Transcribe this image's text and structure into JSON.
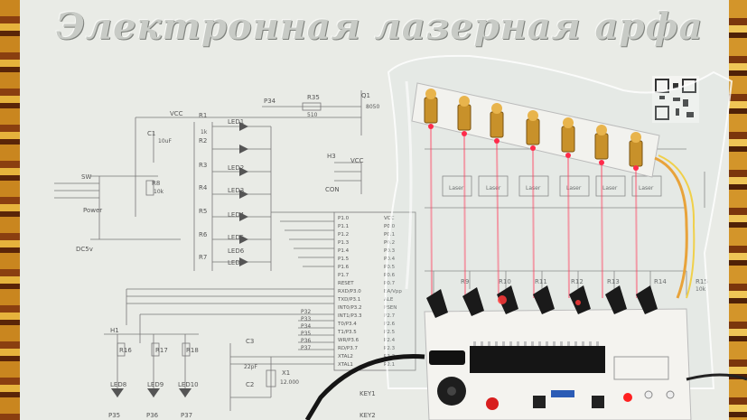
{
  "photo": {
    "title": "Электронная лазерная арфа",
    "schematic": {
      "labels": [
        "VCC",
        "C1",
        "10uF",
        "R8",
        "10k",
        "SW",
        "Power",
        "DC5v",
        "R1",
        "R2",
        "R3",
        "R4",
        "R5",
        "R6",
        "R7",
        "1k",
        "LED1",
        "LED2",
        "LED3",
        "LED4",
        "LED5",
        "LED6",
        "LED7",
        "P34",
        "R35",
        "510",
        "Q1",
        "8050",
        "H3",
        "CON",
        "VCC",
        "R16",
        "R17",
        "R18",
        "LED8",
        "LED9",
        "LED10",
        "H1",
        "C3",
        "22pF",
        "C2",
        "X1",
        "12.000",
        "KEY1",
        "KEY2",
        "P35",
        "P36",
        "P37",
        "R9",
        "R10",
        "R11",
        "R12",
        "R13",
        "R14",
        "R15",
        "10k",
        "Laser"
      ],
      "mcu_pins_left": [
        "P1.0",
        "P1.1",
        "P1.2",
        "P1.3",
        "P1.4",
        "P1.5",
        "P1.6",
        "P1.7",
        "RESET",
        "RXD/P3.0",
        "TXD/P3.1",
        "INT0/P3.2",
        "INT1/P3.3",
        "T0/P3.4",
        "T1/P3.5",
        "WR/P3.6",
        "RD/P3.7",
        "XTAL2",
        "XTAL1"
      ],
      "mcu_pins_right": [
        "VCC",
        "P0.0",
        "P0.1",
        "P0.2",
        "P0.3",
        "P0.4",
        "P0.5",
        "P0.6",
        "P0.7",
        "EA/Vpp",
        "ALE",
        "PSEN",
        "P2.7",
        "P2.6",
        "P2.5",
        "P2.4",
        "P2.3",
        "P2.2",
        "P2.1"
      ],
      "port_labels": [
        "P32",
        "P33",
        "P34",
        "P35",
        "P36",
        "P37"
      ]
    }
  }
}
